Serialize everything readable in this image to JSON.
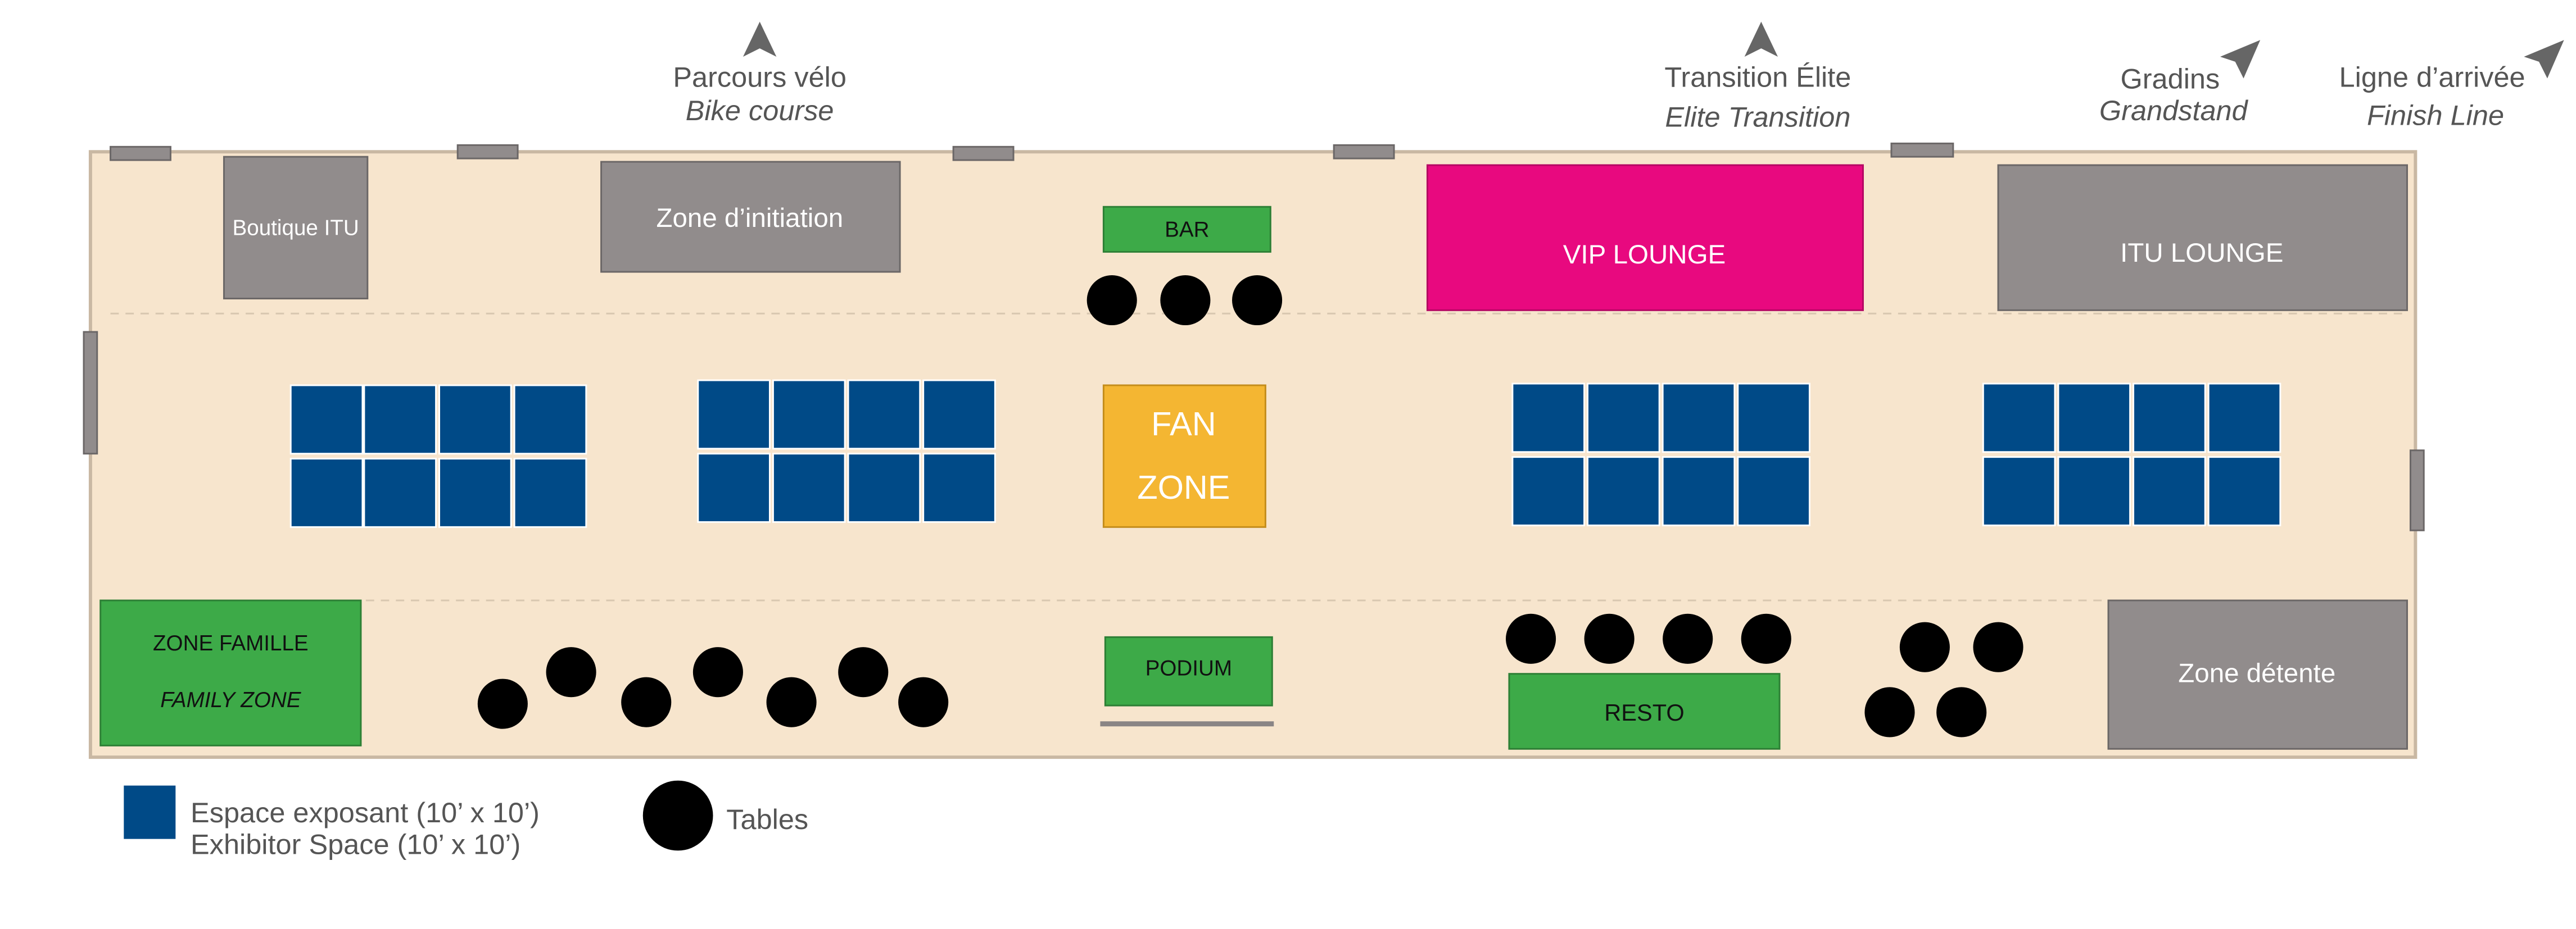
{
  "directions": {
    "bike": {
      "fr": "Parcours vélo",
      "en": "Bike course"
    },
    "transition": {
      "fr": "Transition Élite",
      "en": "Elite Transition"
    },
    "grandstand": {
      "fr": "Gradins",
      "en": "Grandstand"
    },
    "finish": {
      "fr": "Ligne d’arrivée",
      "en": "Finish Line"
    }
  },
  "zones": {
    "boutique": "Boutique ITU",
    "initiation": "Zone d’initiation",
    "bar": "BAR",
    "vip": "VIP LOUNGE",
    "itu_lounge": "ITU LOUNGE",
    "fan_line1": "FAN",
    "fan_line2": "ZONE",
    "family_fr": "ZONE FAMILLE",
    "family_en": "FAMILY ZONE",
    "podium": "PODIUM",
    "resto": "RESTO",
    "detente": "Zone détente"
  },
  "legend": {
    "exhibitor_fr": "Espace exposant (10’ x 10’)",
    "exhibitor_en": "Exhibitor Space (10’ x 10’)",
    "tables": "Tables"
  },
  "colors": {
    "floor": "#f7e5cd",
    "floor_border": "#c9b8a3",
    "gray_zone": "#918c8c",
    "green_zone": "#3daa48",
    "vip": "#e8097f",
    "fan": "#f4b632",
    "booth": "#004a87",
    "table": "#000000",
    "text_gray": "#555555"
  }
}
